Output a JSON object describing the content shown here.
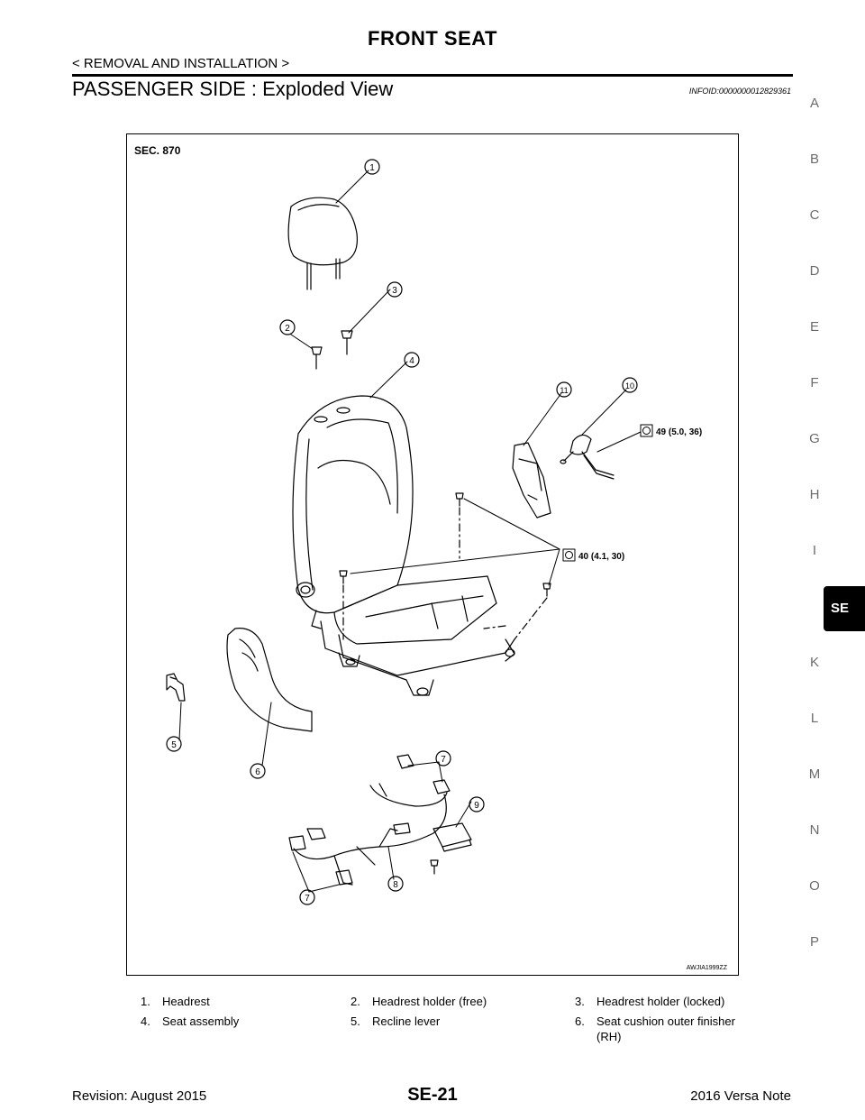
{
  "header": {
    "title": "FRONT SEAT",
    "breadcrumb": "< REMOVAL AND INSTALLATION >"
  },
  "section": {
    "heading": "PASSENGER SIDE : Exploded View",
    "info_id": "INFOID:0000000012829361"
  },
  "side_index": {
    "letters": [
      "A",
      "B",
      "C",
      "D",
      "E",
      "F",
      "G",
      "H",
      "I",
      "SE",
      "K",
      "L",
      "M",
      "N",
      "O",
      "P"
    ],
    "active": "SE"
  },
  "diagram": {
    "sec_label": "SEC. 870",
    "image_code": "AWJIA1999ZZ",
    "torque_1": "49 (5.0, 36)",
    "torque_2": "40 (4.1, 30)",
    "callouts": [
      "1",
      "2",
      "3",
      "4",
      "5",
      "6",
      "7",
      "7",
      "8",
      "9",
      "10",
      "11"
    ]
  },
  "legend": [
    {
      "num": "1.",
      "text": "Headrest"
    },
    {
      "num": "2.",
      "text": "Headrest holder (free)"
    },
    {
      "num": "3.",
      "text": "Headrest holder (locked)"
    },
    {
      "num": "4.",
      "text": "Seat assembly"
    },
    {
      "num": "5.",
      "text": "Recline lever"
    },
    {
      "num": "6.",
      "text": "Seat cushion outer finisher (RH)"
    }
  ],
  "footer": {
    "revision": "Revision: August 2015",
    "page": "SE-21",
    "model": "2016 Versa Note"
  }
}
